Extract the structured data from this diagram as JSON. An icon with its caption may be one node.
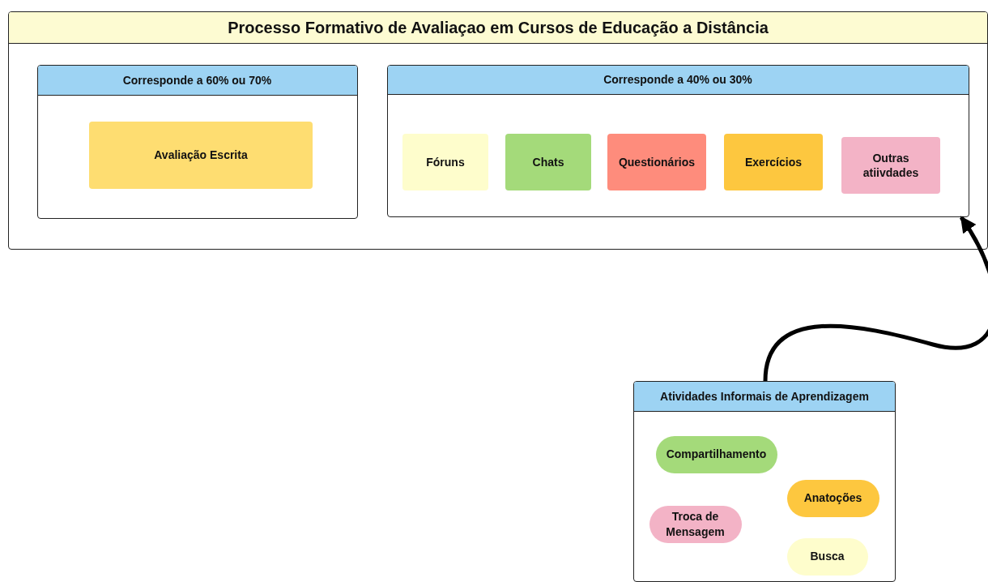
{
  "diagram": {
    "nodes": [
      {
        "text": [
          "Processo Formativo de Avaliaçao em Cursos de Educação a Distância"
        ]
      },
      {
        "text": [
          "Corresponde a 60% ou 70%"
        ],
        "in": 0
      },
      {
        "text": [
          "Avaliação Escrita"
        ],
        "in": 1
      },
      {
        "text": [
          "Corresponde a 40% ou 30%"
        ],
        "in": 0
      },
      {
        "text": [
          "Fóruns"
        ],
        "in": 3
      },
      {
        "text": [
          "Chats"
        ],
        "in": 3
      },
      {
        "text": [
          "Questionários"
        ],
        "in": 3
      },
      {
        "text": [
          "Exercícios"
        ],
        "in": 3
      },
      {
        "text": [
          "Outras atiivdades"
        ],
        "in": 3
      },
      {
        "text": [
          "Atividades Informais de Aprendizagem"
        ]
      },
      {
        "text": [
          "Compartilhamento"
        ],
        "in": 9
      },
      {
        "text": [
          "Anatoções"
        ],
        "in": 9
      },
      {
        "text": [
          "Troca de Mensagem"
        ],
        "in": 9
      },
      {
        "text": [
          "Busca"
        ],
        "in": 9
      }
    ],
    "edges": [
      {
        "from": 9,
        "to": 3,
        "arrow": "to"
      }
    ]
  }
}
